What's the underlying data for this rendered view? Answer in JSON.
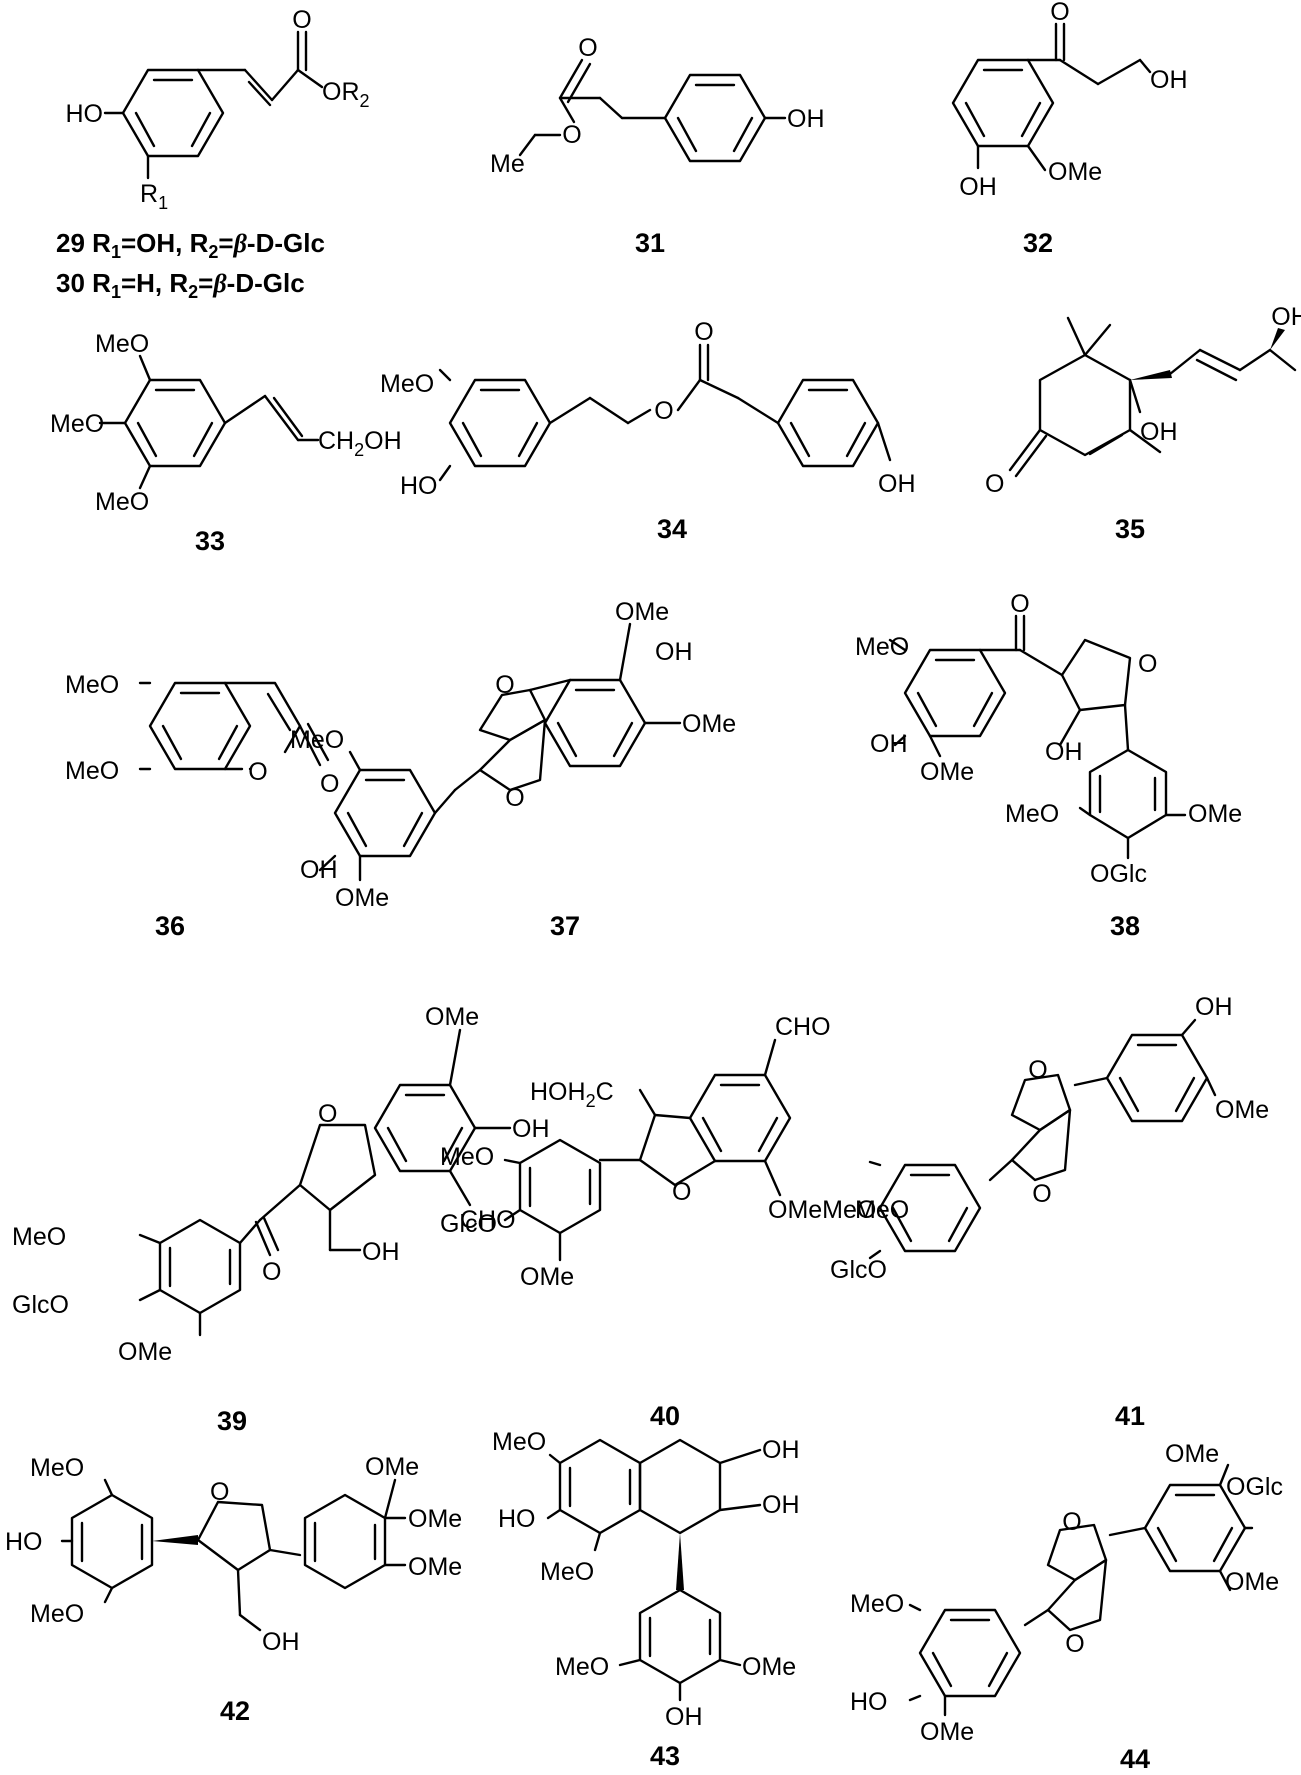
{
  "compounds": {
    "c29": {
      "id": "29"
    },
    "c30": {
      "id": "30"
    },
    "c31": {
      "id": "31"
    },
    "c32": {
      "id": "32"
    },
    "c33": {
      "id": "33"
    },
    "c34": {
      "id": "34"
    },
    "c35": {
      "id": "35"
    },
    "c36": {
      "id": "36"
    },
    "c37": {
      "id": "37"
    },
    "c38": {
      "id": "38"
    },
    "c39": {
      "id": "39"
    },
    "c40": {
      "id": "40"
    },
    "c41": {
      "id": "41"
    },
    "c42": {
      "id": "42"
    },
    "c43": {
      "id": "43"
    },
    "c44": {
      "id": "44"
    }
  },
  "captions": {
    "c29_sub": {
      "prefix": "R",
      "r1": "1",
      "mid1": "=OH, R",
      "r2": "2",
      "mid2": "=",
      "beta": "β",
      "suffix": "-D-Glc"
    },
    "c30_sub": {
      "prefix": "R",
      "r1": "1",
      "mid1": "=H, R",
      "r2": "2",
      "mid2": "=",
      "beta": "β",
      "suffix": "-D-Glc"
    }
  },
  "labels": {
    "o": "O",
    "oh": "OH",
    "ho": "HO",
    "ome": "OMe",
    "meo": "MeO",
    "me": "Me",
    "r1": "R",
    "r1_sub": "1",
    "or2": "OR",
    "or2_sub": "2",
    "ch2oh": "CH",
    "ch2oh_sub": "2",
    "ch2oh_end": "OH",
    "cho": "CHO",
    "oglc": "OGlc",
    "glco": "GlcO",
    "hoh2c_a": "HOH",
    "hoh2c_sub": "2",
    "hoh2c_b": "C",
    "omemeo": "OMeMeO"
  }
}
